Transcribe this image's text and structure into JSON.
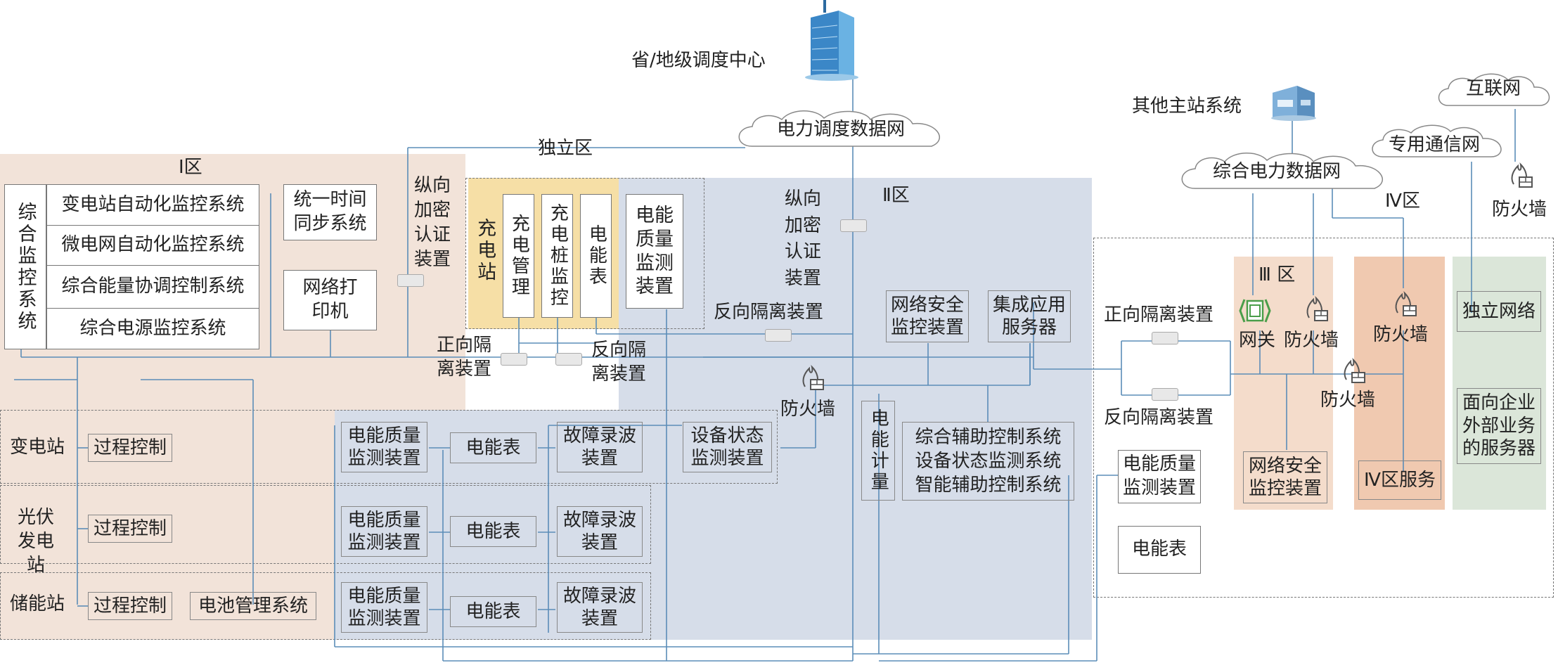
{
  "zones": {
    "zone1": "Ⅰ区",
    "zone2": "Ⅱ区",
    "zone3": "Ⅲ 区",
    "zone4": "Ⅳ区",
    "independent": "独立区"
  },
  "top": {
    "dispatch_center": "省/地级调度中心",
    "power_dispatch_net": "电力调度数据网",
    "other_master": "其他主站系统",
    "integrated_net": "综合电力数据网",
    "internet": "互联网",
    "dedicated_comm": "专用通信网"
  },
  "zone1_items": {
    "integrated_monitor": "综合监控系统",
    "substation_auto": "变电站自动化监控系统",
    "microgrid_auto": "微电网自动化监控系统",
    "energy_coord": "综合能量协调控制系统",
    "power_supply_monitor": "综合电源监控系统",
    "time_sync": "统一时间同步系统",
    "printer": "网络打印机",
    "vertical_encrypt": "纵向加密认证装置"
  },
  "charging": {
    "station": "充电站",
    "charge_mgmt": "充电管理",
    "pile_monitor": "充电桩监控",
    "meter": "电能表",
    "pq_monitor": "电能质量监测装置",
    "forward_iso": "正向隔离装置",
    "reverse_iso": "反向隔离装置"
  },
  "zone2_items": {
    "vertical_encrypt": "纵向加密认证装置",
    "reverse_iso": "反向隔离装置",
    "net_security": "网络安全监控装置",
    "integrated_server": "集成应用服务器",
    "firewall": "防火墙",
    "energy_metering": "电能计量",
    "aux_control": "综合辅助控制系统",
    "equip_monitor": "设备状态监测系统",
    "smart_aux": "智能辅助控制系统",
    "equip_device": "设备状态监测装置"
  },
  "stations": [
    {
      "name": "变电站",
      "process": "过程控制",
      "pq": "电能质量监测装置",
      "meter": "电能表",
      "fault": "故障录波装置"
    },
    {
      "name": "光伏发电站",
      "process": "过程控制",
      "pq": "电能质量监测装置",
      "meter": "电能表",
      "fault": "故障录波装置"
    },
    {
      "name": "储能站",
      "process": "过程控制",
      "bms": "电池管理系统",
      "pq": "电能质量监测装置",
      "meter": "电能表",
      "fault": "故障录波装置"
    }
  ],
  "right": {
    "forward_iso": "正向隔离装置",
    "reverse_iso": "反向隔离装置",
    "pq_monitor": "电能质量监测装置",
    "meter": "电能表",
    "gateway": "网关",
    "firewall_z3": "防火墙",
    "firewall_mid": "防火墙",
    "net_security": "网络安全监控装置",
    "firewall_z4": "防火墙",
    "z4_service": "Ⅳ区服务",
    "firewall_top": "防火墙",
    "independent_net": "独立网络",
    "external_server": "面向企业外部业务的服务器"
  },
  "colors": {
    "zone1_bg": "#f2e3d9",
    "zone2_bg": "#d6dde9",
    "charging_bg": "#f6dfa6",
    "zone3_bg": "#f4dccb",
    "zone4_bg": "#f0c9b0",
    "green_bg": "#dbe6d9",
    "line": "#5b8db8"
  }
}
